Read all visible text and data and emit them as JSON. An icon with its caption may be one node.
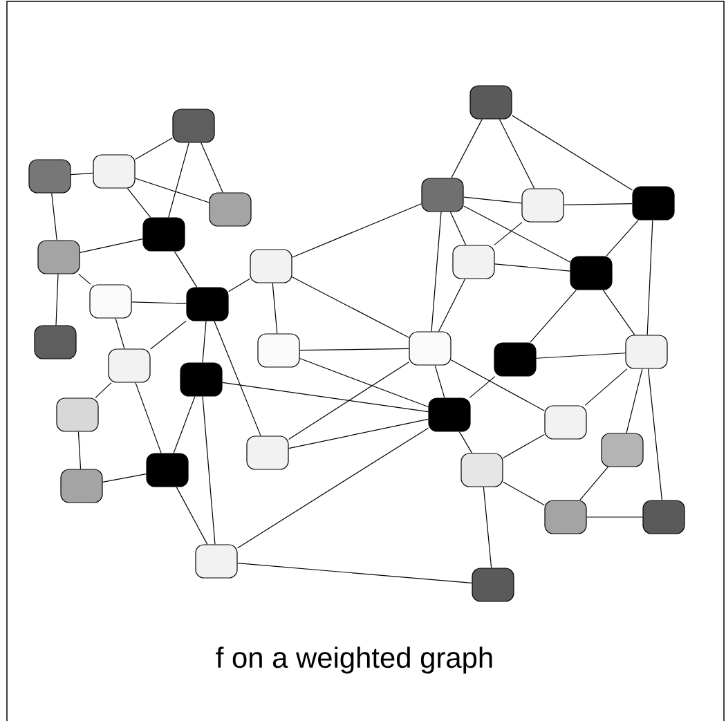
{
  "diagram": {
    "caption": "f on a weighted graph",
    "nodes": [
      {
        "text": [],
        "shape": "box"
      },
      {
        "text": [],
        "shape": "box"
      },
      {
        "text": [],
        "shape": "box"
      },
      {
        "text": [],
        "shape": "box"
      },
      {
        "text": [],
        "shape": "box"
      },
      {
        "text": [],
        "shape": "box"
      },
      {
        "text": [],
        "shape": "box"
      },
      {
        "text": [],
        "shape": "box"
      },
      {
        "text": [],
        "shape": "box"
      },
      {
        "text": [],
        "shape": "box"
      },
      {
        "text": [],
        "shape": "box"
      },
      {
        "text": [],
        "shape": "box"
      },
      {
        "text": [],
        "shape": "box"
      },
      {
        "text": [],
        "shape": "box"
      },
      {
        "text": [],
        "shape": "box"
      },
      {
        "text": [],
        "shape": "box"
      },
      {
        "text": [],
        "shape": "box"
      },
      {
        "text": [],
        "shape": "box"
      },
      {
        "text": [],
        "shape": "box"
      },
      {
        "text": [],
        "shape": "box"
      },
      {
        "text": [],
        "shape": "box"
      },
      {
        "text": [],
        "shape": "box"
      },
      {
        "text": [],
        "shape": "box"
      },
      {
        "text": [],
        "shape": "box"
      },
      {
        "text": [],
        "shape": "box"
      },
      {
        "text": [],
        "shape": "box"
      },
      {
        "text": [],
        "shape": "box"
      },
      {
        "text": [],
        "shape": "box"
      },
      {
        "text": [],
        "shape": "box"
      },
      {
        "text": [],
        "shape": "box"
      },
      {
        "text": [],
        "shape": "box"
      },
      {
        "text": [],
        "shape": "box"
      },
      {
        "text": [],
        "shape": "box"
      },
      {
        "text": [],
        "shape": "box"
      }
    ],
    "edges": [
      {
        "from": 2,
        "to": 3,
        "arrow": "none"
      },
      {
        "from": 3,
        "to": 1,
        "arrow": "none"
      },
      {
        "from": 3,
        "to": 7,
        "arrow": "none"
      },
      {
        "from": 3,
        "to": 8,
        "arrow": "none"
      },
      {
        "from": 1,
        "to": 8,
        "arrow": "none"
      },
      {
        "from": 1,
        "to": 7,
        "arrow": "none"
      },
      {
        "from": 2,
        "to": 9,
        "arrow": "none"
      },
      {
        "from": 9,
        "to": 8,
        "arrow": "none"
      },
      {
        "from": 8,
        "to": 14,
        "arrow": "none"
      },
      {
        "from": 9,
        "to": 13,
        "arrow": "none"
      },
      {
        "from": 9,
        "to": 15,
        "arrow": "none"
      },
      {
        "from": 13,
        "to": 14,
        "arrow": "none"
      },
      {
        "from": 13,
        "to": 20,
        "arrow": "none"
      },
      {
        "from": 14,
        "to": 20,
        "arrow": "none"
      },
      {
        "from": 14,
        "to": 21,
        "arrow": "none"
      },
      {
        "from": 14,
        "to": 10,
        "arrow": "none"
      },
      {
        "from": 14,
        "to": 25,
        "arrow": "none"
      },
      {
        "from": 10,
        "to": 16,
        "arrow": "none"
      },
      {
        "from": 10,
        "to": 4,
        "arrow": "none"
      },
      {
        "from": 10,
        "to": 17,
        "arrow": "none"
      },
      {
        "from": 20,
        "to": 22,
        "arrow": "none"
      },
      {
        "from": 20,
        "to": 29,
        "arrow": "none"
      },
      {
        "from": 21,
        "to": 29,
        "arrow": "none"
      },
      {
        "from": 21,
        "to": 32,
        "arrow": "none"
      },
      {
        "from": 21,
        "to": 23,
        "arrow": "none"
      },
      {
        "from": 22,
        "to": 28,
        "arrow": "none"
      },
      {
        "from": 28,
        "to": 29,
        "arrow": "none"
      },
      {
        "from": 29,
        "to": 32,
        "arrow": "none"
      },
      {
        "from": 32,
        "to": 23,
        "arrow": "none"
      },
      {
        "from": 32,
        "to": 33,
        "arrow": "none"
      },
      {
        "from": 4,
        "to": 0,
        "arrow": "none"
      },
      {
        "from": 4,
        "to": 17,
        "arrow": "none"
      },
      {
        "from": 4,
        "to": 11,
        "arrow": "none"
      },
      {
        "from": 4,
        "to": 5,
        "arrow": "none"
      },
      {
        "from": 4,
        "to": 12,
        "arrow": "none"
      },
      {
        "from": 11,
        "to": 17,
        "arrow": "none"
      },
      {
        "from": 16,
        "to": 17,
        "arrow": "none"
      },
      {
        "from": 16,
        "to": 23,
        "arrow": "none"
      },
      {
        "from": 17,
        "to": 25,
        "arrow": "none"
      },
      {
        "from": 17,
        "to": 23,
        "arrow": "none"
      },
      {
        "from": 17,
        "to": 24,
        "arrow": "none"
      },
      {
        "from": 18,
        "to": 23,
        "arrow": "none"
      },
      {
        "from": 25,
        "to": 23,
        "arrow": "none"
      },
      {
        "from": 0,
        "to": 5,
        "arrow": "none"
      },
      {
        "from": 0,
        "to": 6,
        "arrow": "none"
      },
      {
        "from": 5,
        "to": 6,
        "arrow": "none"
      },
      {
        "from": 5,
        "to": 11,
        "arrow": "none"
      },
      {
        "from": 11,
        "to": 12,
        "arrow": "none"
      },
      {
        "from": 6,
        "to": 12,
        "arrow": "none"
      },
      {
        "from": 6,
        "to": 19,
        "arrow": "none"
      },
      {
        "from": 12,
        "to": 18,
        "arrow": "none"
      },
      {
        "from": 12,
        "to": 19,
        "arrow": "none"
      },
      {
        "from": 18,
        "to": 19,
        "arrow": "none"
      },
      {
        "from": 19,
        "to": 24,
        "arrow": "none"
      },
      {
        "from": 19,
        "to": 26,
        "arrow": "none"
      },
      {
        "from": 19,
        "to": 31,
        "arrow": "none"
      },
      {
        "from": 23,
        "to": 27,
        "arrow": "none"
      },
      {
        "from": 27,
        "to": 24,
        "arrow": "none"
      },
      {
        "from": 27,
        "to": 33,
        "arrow": "none"
      },
      {
        "from": 27,
        "to": 30,
        "arrow": "none"
      },
      {
        "from": 26,
        "to": 30,
        "arrow": "none"
      },
      {
        "from": 30,
        "to": 31,
        "arrow": "none"
      }
    ]
  }
}
